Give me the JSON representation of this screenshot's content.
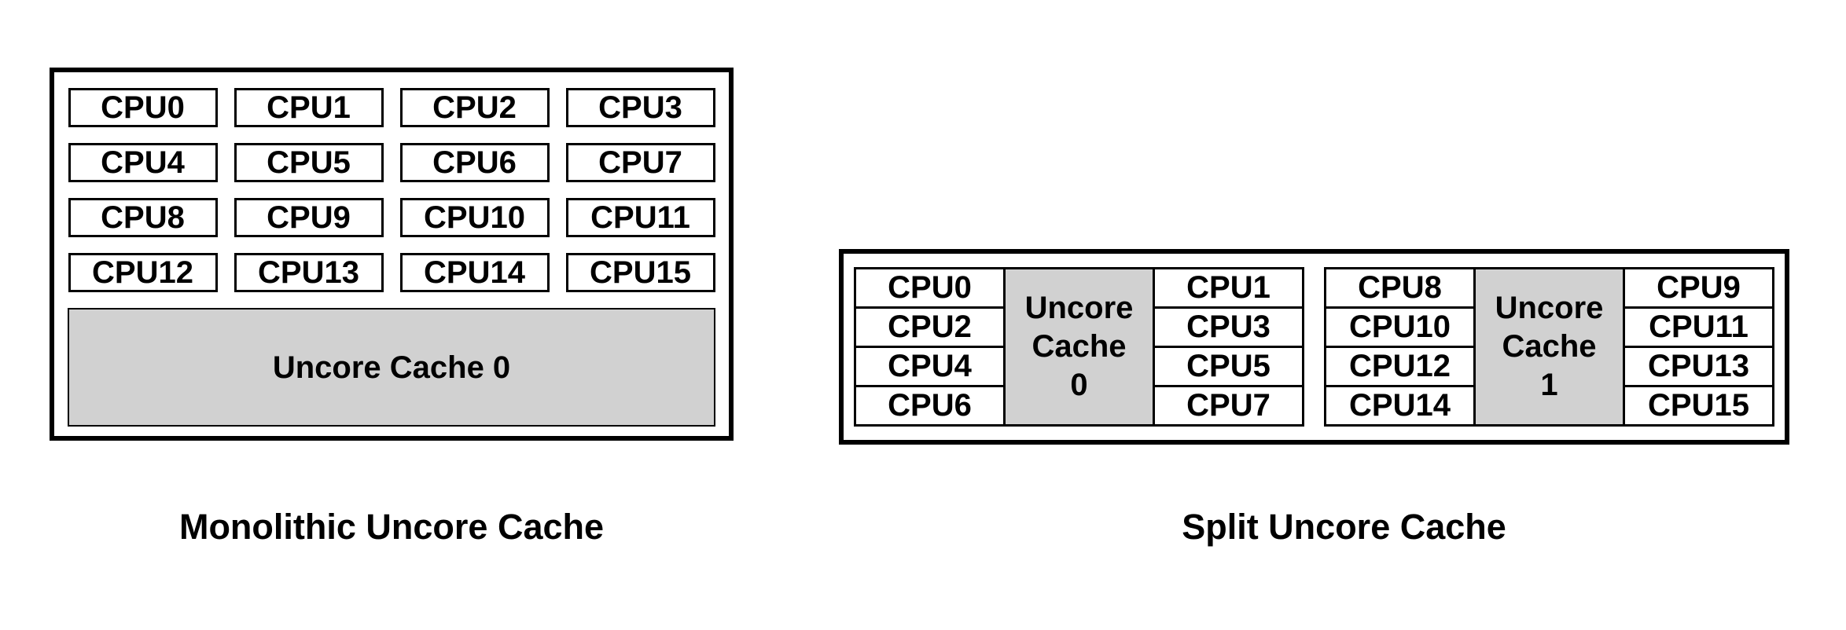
{
  "colors": {
    "background": "#ffffff",
    "border": "#000000",
    "text": "#000000",
    "cpu_fill": "#ffffff",
    "cache_fill": "#d1d1d1"
  },
  "monolithic": {
    "caption": "Monolithic Uncore Cache",
    "cpus": [
      "CPU0",
      "CPU1",
      "CPU2",
      "CPU3",
      "CPU4",
      "CPU5",
      "CPU6",
      "CPU7",
      "CPU8",
      "CPU9",
      "CPU10",
      "CPU11",
      "CPU12",
      "CPU13",
      "CPU14",
      "CPU15"
    ],
    "cache_label": "Uncore Cache 0"
  },
  "split": {
    "caption": "Split Uncore Cache",
    "groups": [
      {
        "left_cpus": [
          "CPU0",
          "CPU2",
          "CPU4",
          "CPU6"
        ],
        "cache_lines": [
          "Uncore",
          "Cache",
          "0"
        ],
        "right_cpus": [
          "CPU1",
          "CPU3",
          "CPU5",
          "CPU7"
        ]
      },
      {
        "left_cpus": [
          "CPU8",
          "CPU10",
          "CPU12",
          "CPU14"
        ],
        "cache_lines": [
          "Uncore",
          "Cache",
          "1"
        ],
        "right_cpus": [
          "CPU9",
          "CPU11",
          "CPU13",
          "CPU15"
        ]
      }
    ]
  }
}
